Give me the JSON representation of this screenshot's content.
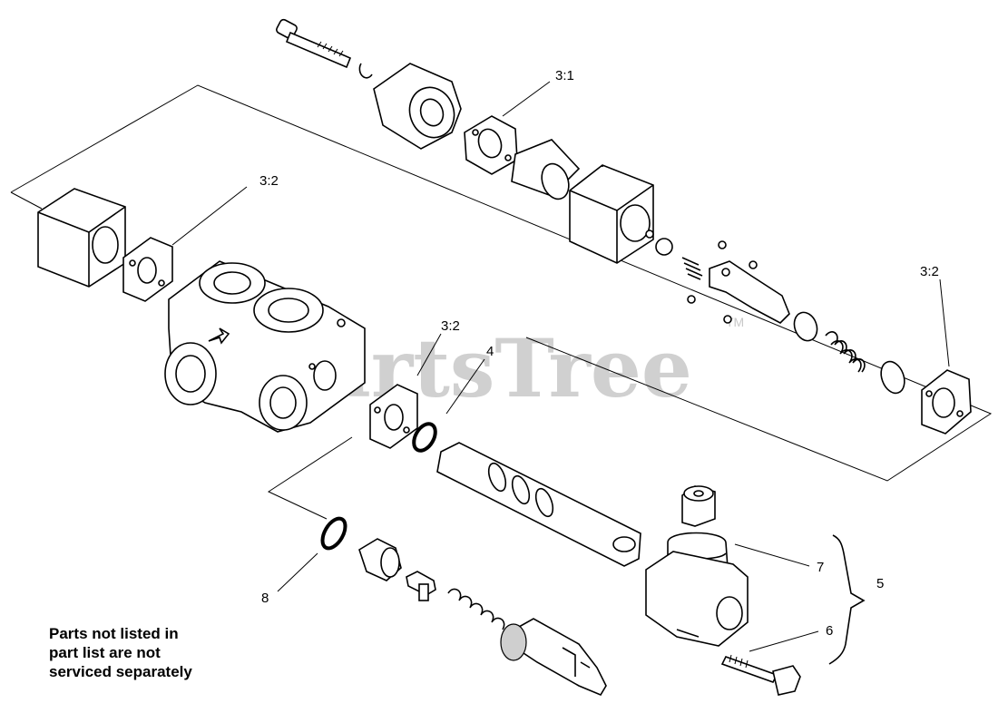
{
  "callouts": {
    "c31": "3:1",
    "c32_left": "3:2",
    "c32_mid": "3:2",
    "c32_right": "3:2",
    "c4": "4",
    "c5": "5",
    "c6": "6",
    "c7": "7",
    "c8": "8"
  },
  "note": "Parts not listed in\npart list are not\nserviced separately",
  "watermark": {
    "text": "PartsTree",
    "tm": "TM"
  }
}
